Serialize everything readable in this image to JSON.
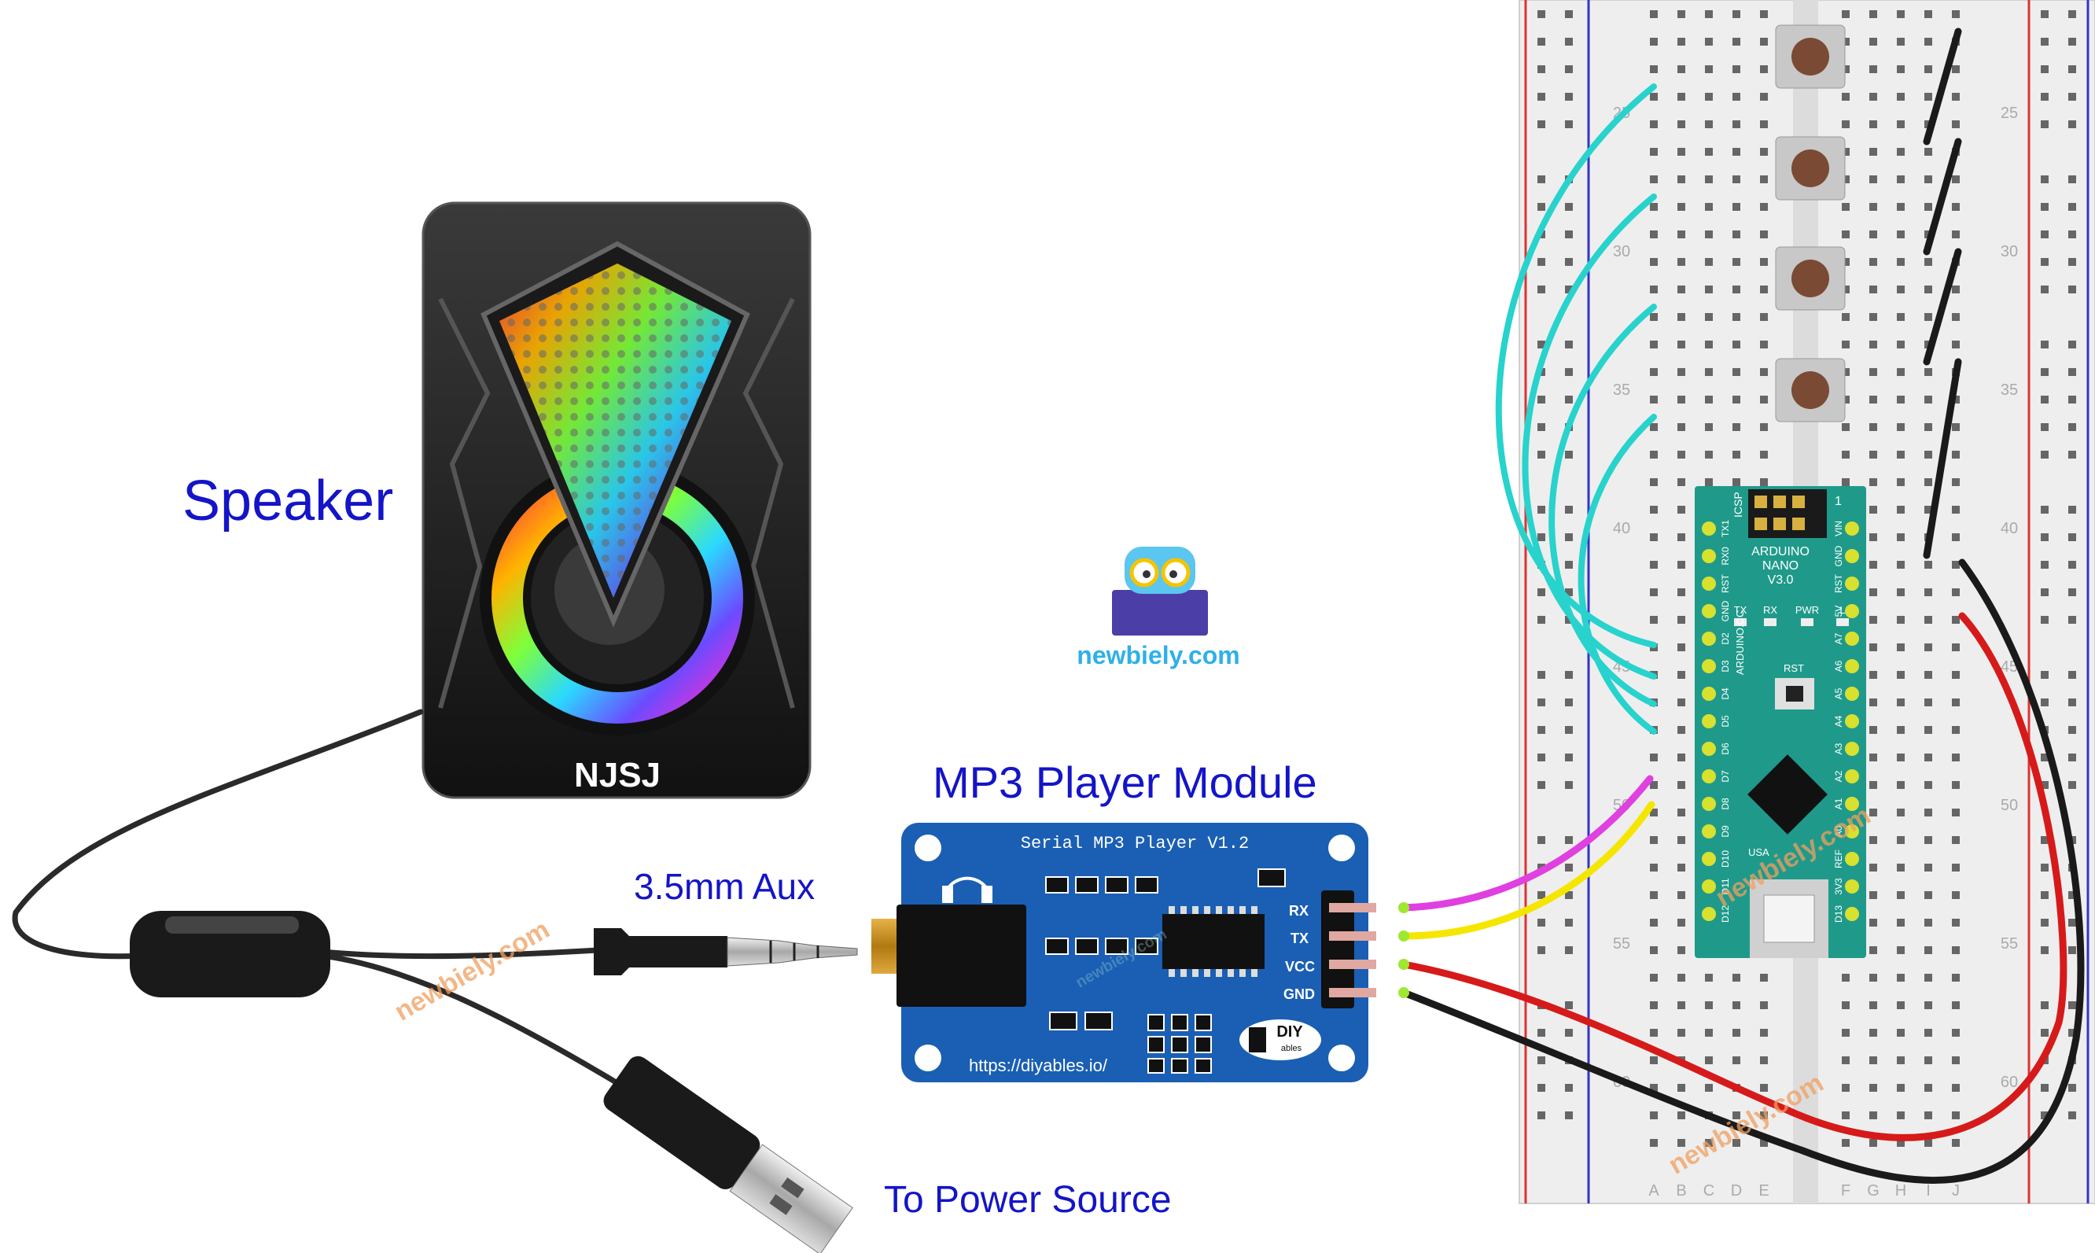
{
  "labels": {
    "speaker": "Speaker",
    "mp3_module": "MP3 Player Module",
    "aux": "3.5mm Aux",
    "power": "To Power Source"
  },
  "speaker": {
    "brand": "NJSJ"
  },
  "logo": {
    "text": "newbiely.com"
  },
  "mp3_board": {
    "title": "Serial MP3 Player V1.2",
    "url": "https://diyables.io/",
    "pins": [
      "RX",
      "TX",
      "VCC",
      "GND"
    ],
    "brand_top": "DIY",
    "brand_bottom": "ables"
  },
  "arduino": {
    "name_lines": [
      "ARDUINO",
      "NANO",
      "V3.0"
    ],
    "left_pins": [
      "TX1",
      "RX0",
      "RST",
      "GND",
      "D2",
      "D3",
      "D4",
      "D5",
      "D6",
      "D7",
      "D8",
      "D9",
      "D10",
      "D11",
      "D12"
    ],
    "right_pins": [
      "VIN",
      "GND",
      "RST",
      "5V",
      "A7",
      "A6",
      "A5",
      "A4",
      "A3",
      "A2",
      "A1",
      "A0",
      "REF",
      "3V3",
      "D13"
    ],
    "leds": [
      "TX",
      "RX",
      "PWR",
      "L"
    ],
    "icsp": "ICSP",
    "rst": "RST",
    "usa": "USA",
    "site": "ARDUINO.CC",
    "one": "1"
  },
  "breadboard": {
    "row_numbers": [
      "25",
      "30",
      "35",
      "40",
      "45",
      "50",
      "55",
      "60"
    ],
    "col_letters": [
      "A",
      "B",
      "C",
      "D",
      "E",
      "F",
      "G",
      "H",
      "I",
      "J"
    ]
  },
  "watermarks": [
    "newbiely.com",
    "newbiely.com",
    "newbiely.com",
    "newbiely.com"
  ],
  "colors": {
    "label_blue": "#1414c8",
    "board_blue": "#1a5fb4",
    "nano_teal": "#1f9a8a",
    "wire_cyan": "#27d3cc",
    "wire_magenta": "#e040e0",
    "wire_yellow": "#f5e600",
    "wire_red": "#d61a1a",
    "wire_black": "#1a1a1a"
  }
}
